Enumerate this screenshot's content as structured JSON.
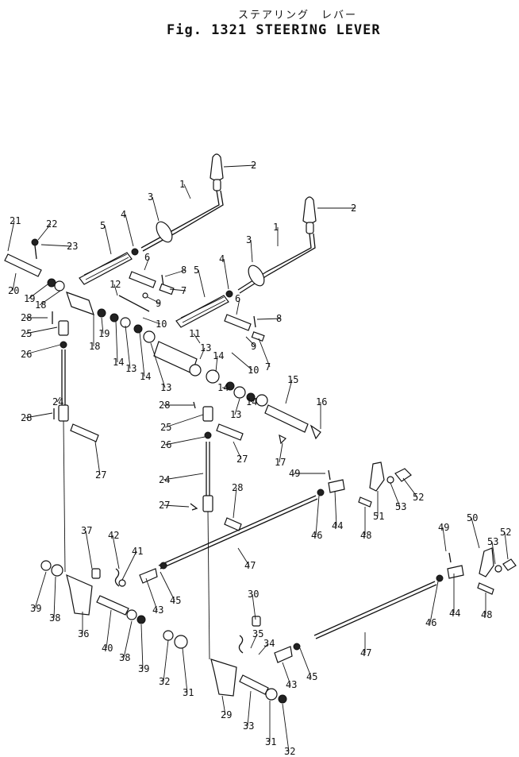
{
  "title": {
    "japanese": "ステアリング　レバー",
    "english": "Fig. 1321  STEERING LEVER"
  },
  "callouts": [
    "2",
    "1",
    "3",
    "4",
    "5",
    "6",
    "8",
    "7",
    "9",
    "2",
    "1",
    "3",
    "4",
    "5",
    "6",
    "8",
    "9",
    "7",
    "21",
    "22",
    "23",
    "20",
    "19",
    "18",
    "12",
    "10",
    "28",
    "25",
    "26",
    "18",
    "19",
    "14",
    "13",
    "14",
    "13",
    "11",
    "13",
    "14",
    "10",
    "15",
    "16",
    "14",
    "13",
    "14",
    "28",
    "25",
    "26",
    "27",
    "17",
    "24",
    "28",
    "27",
    "24",
    "28",
    "27",
    "49",
    "52",
    "53",
    "51",
    "46",
    "44",
    "48",
    "47",
    "37",
    "42",
    "41",
    "43",
    "45",
    "39",
    "38",
    "36",
    "40",
    "38",
    "39",
    "30",
    "35",
    "34",
    "32",
    "31",
    "29",
    "33",
    "31",
    "32",
    "43",
    "45",
    "47",
    "50",
    "53",
    "52",
    "49",
    "46",
    "44",
    "48"
  ]
}
